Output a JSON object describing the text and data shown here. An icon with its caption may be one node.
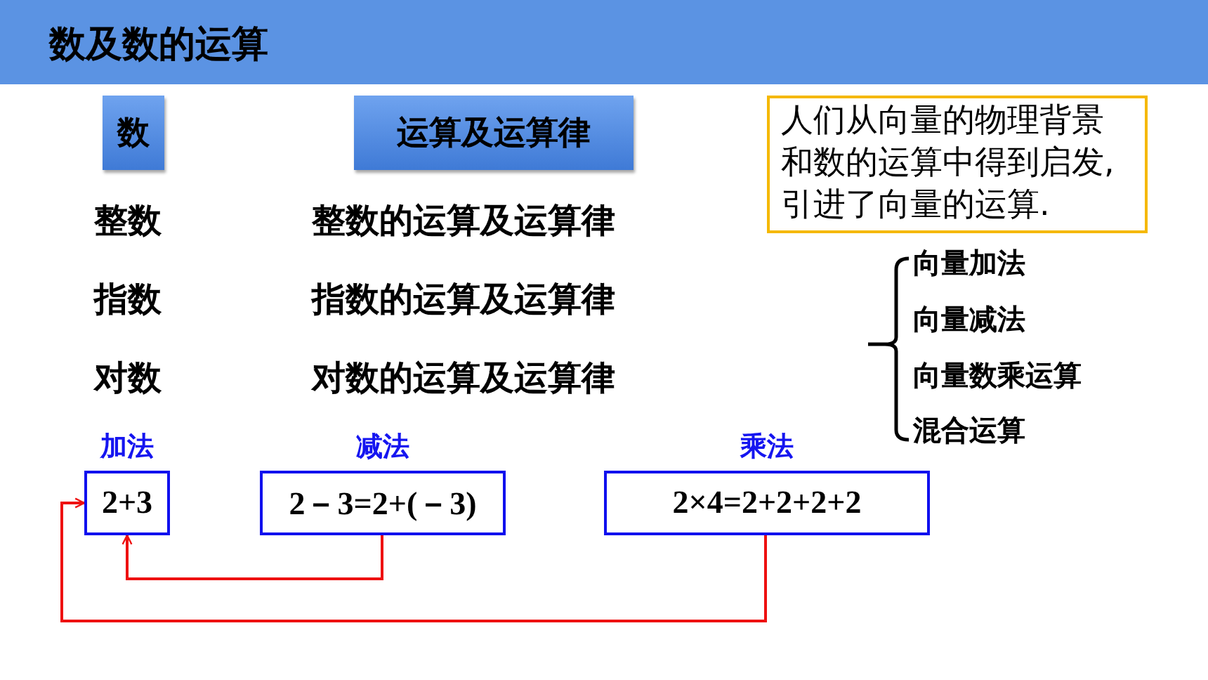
{
  "diagram": {
    "title": "数及数的运算",
    "nodes": [
      {
        "text": [
          "数"
        ]
      },
      {
        "text": [
          "运算及运算律"
        ]
      },
      {
        "text": [
          "人们从向量的物理背景和数的运算中得到启发,引进了向量的运算."
        ]
      },
      {
        "text": [
          "2+3"
        ],
        "beside": [
          "加法"
        ]
      },
      {
        "text": [
          "2－3=2+(－3)"
        ],
        "beside": [
          "减法"
        ]
      },
      {
        "text": [
          "2×4=2+2+2+2"
        ],
        "beside": [
          "乘法"
        ]
      }
    ],
    "edges": [
      {
        "from": 4,
        "to": 3,
        "arrow": "to"
      },
      {
        "from": 5,
        "to": 3,
        "arrow": "to"
      }
    ],
    "labels": [
      "整数",
      "整数的运算及运算律",
      "指数",
      "指数的运算及运算律",
      "对数",
      "对数的运算及运算律",
      "向量加法",
      "向量减法",
      "向量数乘运算",
      "混合运算"
    ]
  }
}
